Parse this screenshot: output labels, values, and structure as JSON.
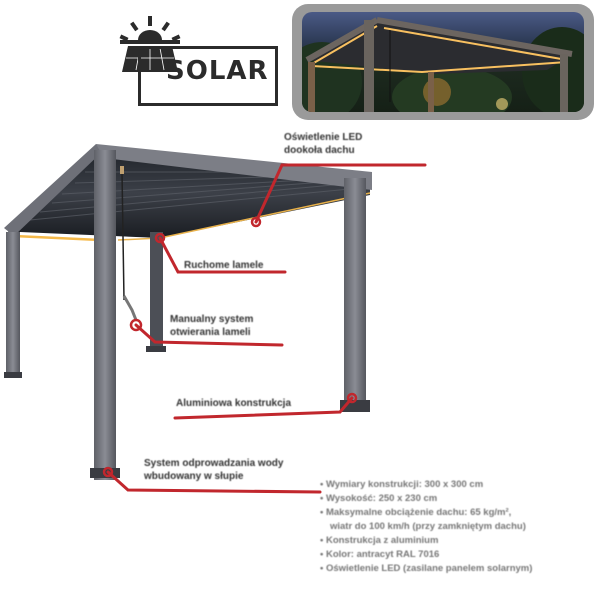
{
  "logo": {
    "text": "SOLAR",
    "icon": "solar-panel-sun-icon"
  },
  "photo": {
    "description": "Pergola with LED lighting at dusk in garden"
  },
  "colors": {
    "accent": "#c1272d",
    "frame": "#6e7078",
    "led": "#f5b94a",
    "label_text": "#333333",
    "spec_text": "#777777"
  },
  "callouts": [
    {
      "id": "led",
      "lines": [
        "Oświetlenie LED",
        "dookoła dachu"
      ]
    },
    {
      "id": "slats",
      "lines": [
        "Ruchome lamele"
      ]
    },
    {
      "id": "crank",
      "lines": [
        "Manualny system",
        "otwierania lameli"
      ]
    },
    {
      "id": "frame",
      "lines": [
        "Aluminiowa konstrukcja"
      ]
    },
    {
      "id": "drain",
      "lines": [
        "System odprowadzania wody",
        "wbudowany w słupie"
      ]
    }
  ],
  "specs": [
    {
      "text": "• Wymiary konstrukcji: 300 x 300 cm",
      "indent": false
    },
    {
      "text": "• Wysokość: 250 x 230 cm",
      "indent": false
    },
    {
      "text": "• Maksymalne obciążenie dachu: 65 kg/m²,",
      "indent": false
    },
    {
      "text": "  wiatr do 100 km/h (przy zamkniętym dachu)",
      "indent": true
    },
    {
      "text": "• Konstrukcja z aluminium",
      "indent": false
    },
    {
      "text": "• Kolor: antracyt RAL 7016",
      "indent": false
    },
    {
      "text": "• Oświetlenie LED (zasilane panelem solarnym)",
      "indent": false
    }
  ]
}
